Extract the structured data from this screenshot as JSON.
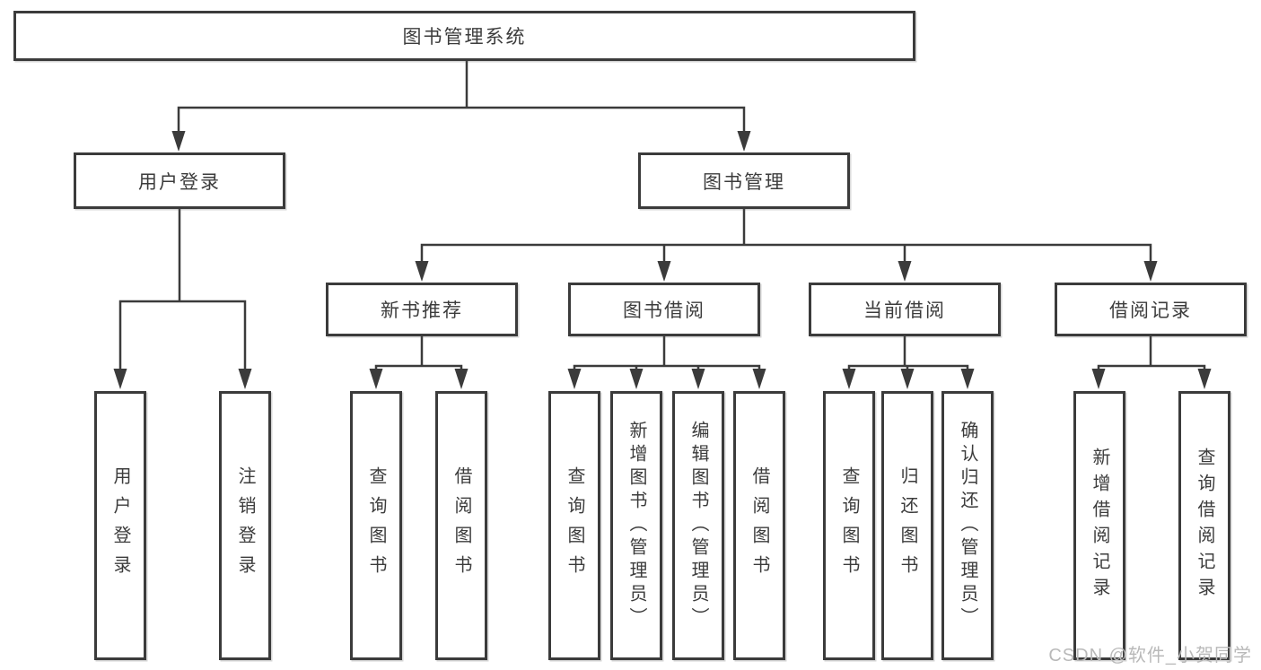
{
  "colors": {
    "line": "#3b3b3b",
    "text": "#3c3c3c",
    "watermark_text": "#b9b9b9",
    "background": "#ffffff"
  },
  "diagram": {
    "root": {
      "label": "图书管理系统"
    },
    "user_login": {
      "label": "用户登录",
      "children": [
        {
          "label": "用户登录"
        },
        {
          "label": "注销登录"
        }
      ]
    },
    "book_mgmt": {
      "label": "图书管理",
      "children": [
        {
          "label": "新书推荐",
          "children": [
            {
              "label": "查询图书"
            },
            {
              "label": "借阅图书"
            }
          ]
        },
        {
          "label": "图书借阅",
          "children": [
            {
              "label": "查询图书"
            },
            {
              "label": "新增图书（管理员）"
            },
            {
              "label": "编辑图书（管理员）"
            },
            {
              "label": "借阅图书"
            }
          ]
        },
        {
          "label": "当前借阅",
          "children": [
            {
              "label": "查询图书"
            },
            {
              "label": "归还图书"
            },
            {
              "label": "确认归还（管理员）"
            }
          ]
        },
        {
          "label": "借阅记录",
          "children": [
            {
              "label": "新增借阅记录"
            },
            {
              "label": "查询借阅记录"
            }
          ]
        }
      ]
    },
    "watermark": "CSDN @软件_小贺同学"
  }
}
